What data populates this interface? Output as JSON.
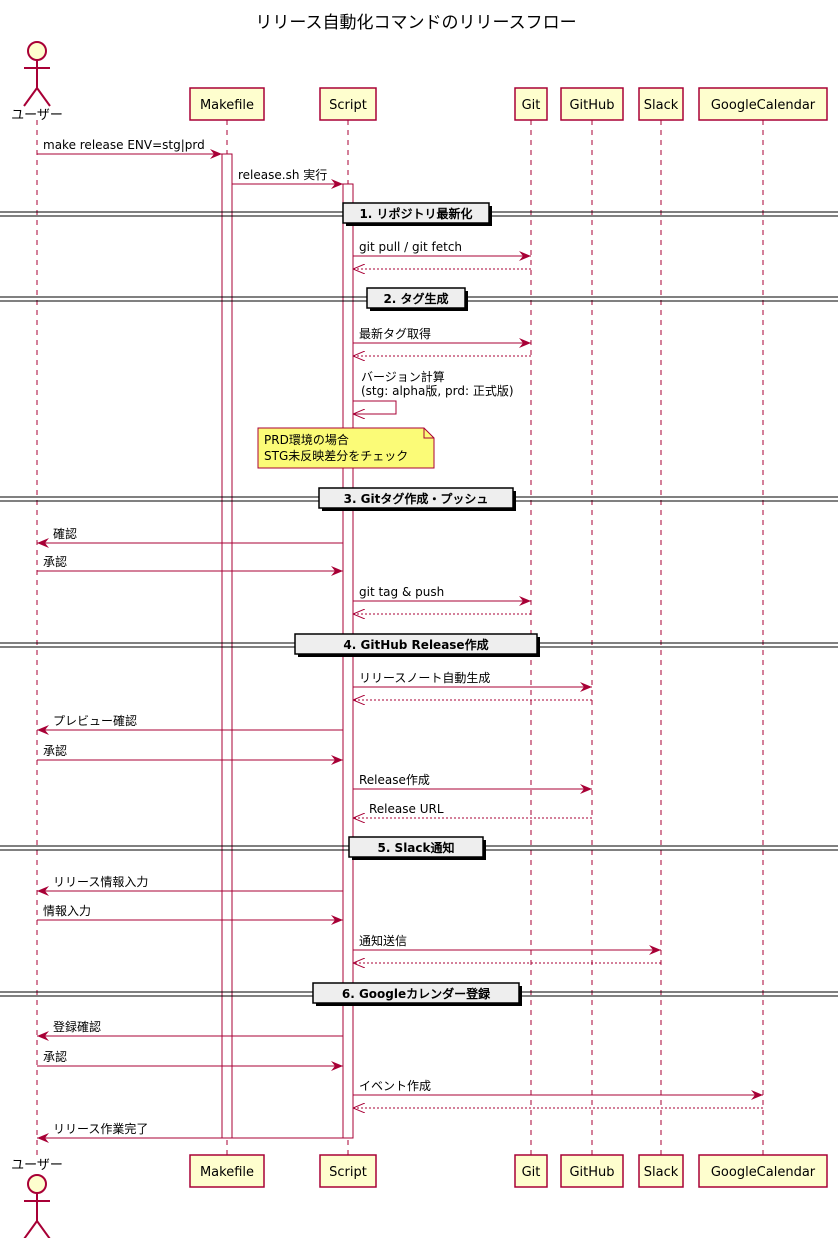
{
  "title": "リリース自動化コマンドのリリースフロー",
  "colors": {
    "participant_fill": "#FEFECE",
    "participant_border": "#A80036",
    "arrow": "#A80036",
    "lifeline": "#A80036",
    "note_fill": "#FBFB77",
    "separator_fill": "#EEEEEE"
  },
  "actor": {
    "label": "ユーザー"
  },
  "participants": [
    {
      "id": "makefile",
      "label": "Makefile"
    },
    {
      "id": "script",
      "label": "Script"
    },
    {
      "id": "git",
      "label": "Git"
    },
    {
      "id": "github",
      "label": "GitHub"
    },
    {
      "id": "slack",
      "label": "Slack"
    },
    {
      "id": "gcal",
      "label": "GoogleCalendar"
    }
  ],
  "sections": [
    "1. リポジトリ最新化",
    "2. タグ生成",
    "3. Gitタグ作成・プッシュ",
    "4. GitHub Release作成",
    "5. Slack通知",
    "6. Googleカレンダー登録"
  ],
  "messages": [
    {
      "from": "user",
      "to": "makefile",
      "label": "make release ENV=stg|prd",
      "dashed": false
    },
    {
      "from": "makefile",
      "to": "script",
      "label": "release.sh 実行",
      "dashed": false
    },
    {
      "section": 0
    },
    {
      "from": "script",
      "to": "git",
      "label": "git pull / git fetch",
      "dashed": false
    },
    {
      "from": "git",
      "to": "script",
      "label": "",
      "dashed": true
    },
    {
      "section": 1
    },
    {
      "from": "script",
      "to": "git",
      "label": "最新タグ取得",
      "dashed": false
    },
    {
      "from": "git",
      "to": "script",
      "label": "",
      "dashed": true
    },
    {
      "self": "script",
      "lines": [
        "バージョン計算",
        "(stg: alpha版, prd: 正式版)"
      ]
    },
    {
      "note": [
        "PRD環境の場合",
        "STG未反映差分をチェック"
      ]
    },
    {
      "section": 2
    },
    {
      "from": "script",
      "to": "user",
      "label": "確認",
      "dashed": false
    },
    {
      "from": "user",
      "to": "script",
      "label": "承認",
      "dashed": false
    },
    {
      "from": "script",
      "to": "git",
      "label": "git tag & push",
      "dashed": false
    },
    {
      "from": "git",
      "to": "script",
      "label": "",
      "dashed": true
    },
    {
      "section": 3
    },
    {
      "from": "script",
      "to": "github",
      "label": "リリースノート自動生成",
      "dashed": false
    },
    {
      "from": "github",
      "to": "script",
      "label": "",
      "dashed": true
    },
    {
      "from": "script",
      "to": "user",
      "label": "プレビュー確認",
      "dashed": false
    },
    {
      "from": "user",
      "to": "script",
      "label": "承認",
      "dashed": false
    },
    {
      "from": "script",
      "to": "github",
      "label": "Release作成",
      "dashed": false
    },
    {
      "from": "github",
      "to": "script",
      "label": "Release URL",
      "dashed": true
    },
    {
      "section": 4
    },
    {
      "from": "script",
      "to": "user",
      "label": "リリース情報入力",
      "dashed": false
    },
    {
      "from": "user",
      "to": "script",
      "label": "情報入力",
      "dashed": false
    },
    {
      "from": "script",
      "to": "slack",
      "label": "通知送信",
      "dashed": false
    },
    {
      "from": "slack",
      "to": "script",
      "label": "",
      "dashed": true
    },
    {
      "section": 5
    },
    {
      "from": "script",
      "to": "user",
      "label": "登録確認",
      "dashed": false
    },
    {
      "from": "user",
      "to": "script",
      "label": "承認",
      "dashed": false
    },
    {
      "from": "script",
      "to": "gcal",
      "label": "イベント作成",
      "dashed": false
    },
    {
      "from": "gcal",
      "to": "script",
      "label": "",
      "dashed": true
    },
    {
      "from": "script",
      "to": "user",
      "label": "リリース作業完了",
      "dashed": false
    }
  ]
}
